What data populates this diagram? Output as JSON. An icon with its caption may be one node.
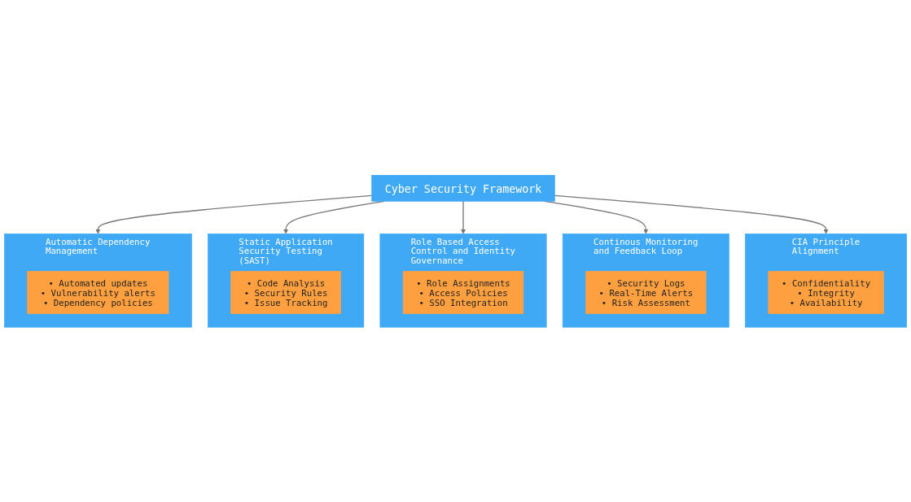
{
  "diagram": {
    "nodes": [
      {
        "text": [
          "Cyber Security Framework"
        ]
      },
      {
        "text": [
          "Automatic Dependency Management"
        ]
      },
      {
        "text": [
          "• Automated updates",
          "• Vulnerability alerts",
          "• Dependency policies"
        ],
        "in": 1
      },
      {
        "text": [
          "Static Application Security Testing (SAST)"
        ]
      },
      {
        "text": [
          "• Code Analysis",
          "• Security Rules",
          "• Issue Tracking"
        ],
        "in": 3
      },
      {
        "text": [
          "Role Based Access Control and Identity Governance"
        ]
      },
      {
        "text": [
          "• Role Assignments",
          "• Access Policies",
          "• SSO Integration"
        ],
        "in": 5
      },
      {
        "text": [
          "Continous Monitoring and Feedback Loop"
        ]
      },
      {
        "text": [
          "• Security Logs",
          "• Real-Time Alerts",
          "• Risk Assessment"
        ],
        "in": 7
      },
      {
        "text": [
          "CIA Principle Alignment"
        ]
      },
      {
        "text": [
          "• Confidentiality",
          "• Integrity",
          "• Availability"
        ],
        "in": 9
      }
    ],
    "edges": [
      {
        "from": 0,
        "to": 1,
        "arrow": "to"
      },
      {
        "from": 0,
        "to": 3,
        "arrow": "to"
      },
      {
        "from": 0,
        "to": 5,
        "arrow": "to"
      },
      {
        "from": 0,
        "to": 7,
        "arrow": "to"
      },
      {
        "from": 0,
        "to": 9,
        "arrow": "to"
      }
    ]
  }
}
